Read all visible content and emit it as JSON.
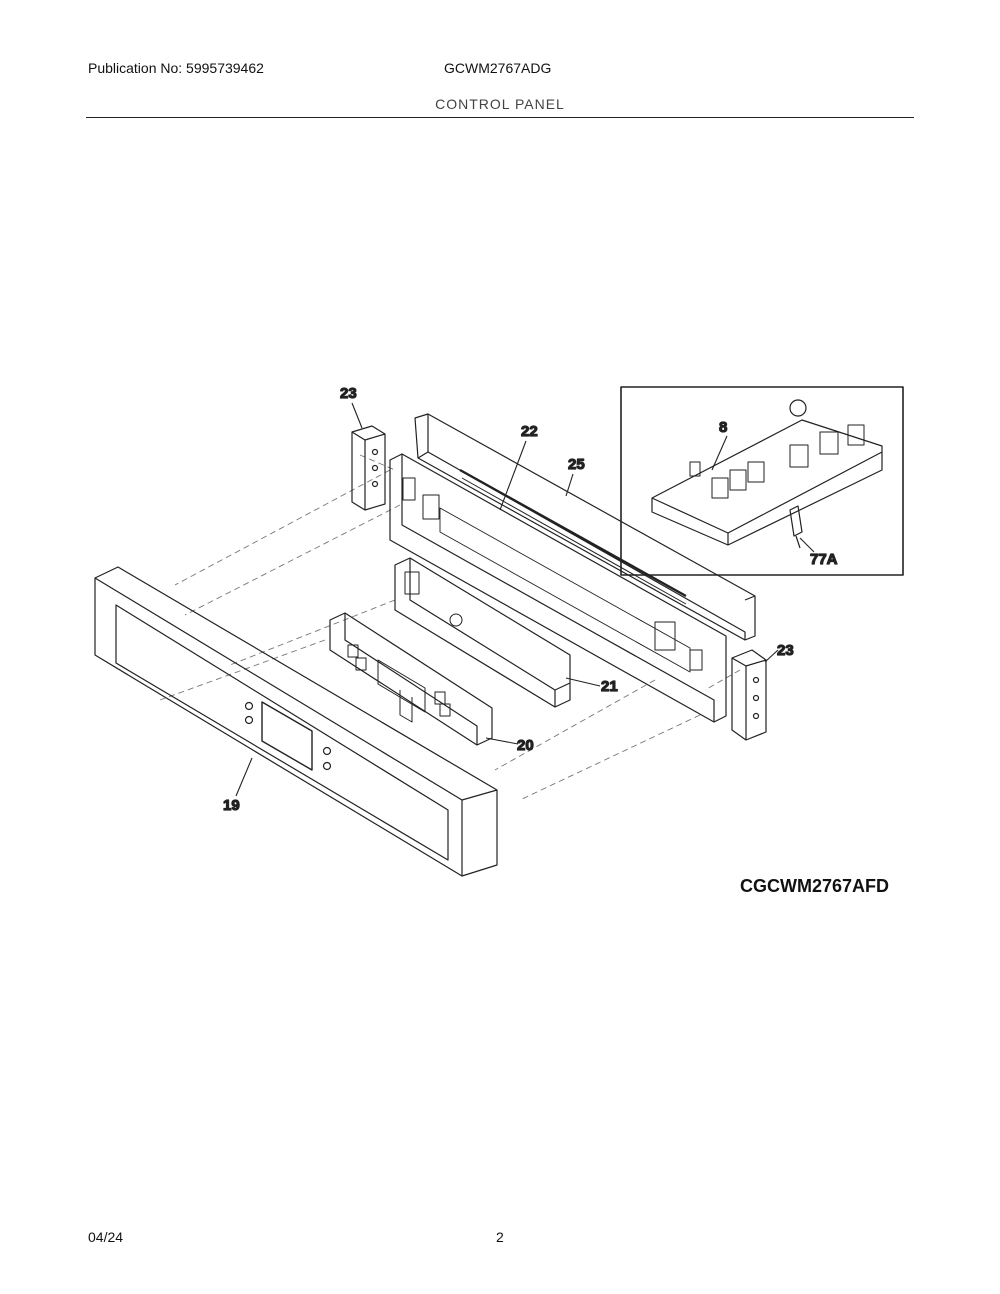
{
  "header": {
    "publication": "Publication No: 5995739462",
    "model": "GCWM2767ADG",
    "section_title": "CONTROL PANEL"
  },
  "diagram": {
    "callouts": [
      "23",
      "22",
      "25",
      "8",
      "77A",
      "23",
      "21",
      "20",
      "19"
    ],
    "reference_code": "CGCWM2767AFD"
  },
  "footer": {
    "date": "04/24",
    "page_number": "2"
  }
}
